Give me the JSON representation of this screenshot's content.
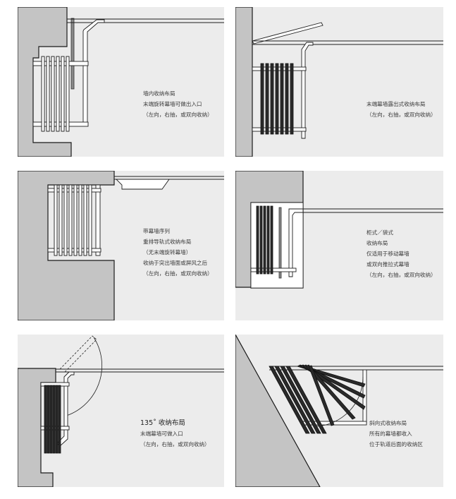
{
  "panels": [
    {
      "caption": [
        "墙内收纳布局",
        "末端旋转幕墙可做出入口",
        "（左向，右抽，或双向收纳）"
      ]
    },
    {
      "caption": [
        "末端幕墙露出式收纳布局",
        "（左向，右抽，或双向收纳）"
      ]
    },
    {
      "caption": [
        "带幕墙序列",
        "重排导轨式收纳布局",
        "（无末端旋转幕墙）",
        "收纳于突出墙面或屏风之后",
        "（左向，右抽，或双向收纳）"
      ]
    },
    {
      "caption": [
        "柜式／袋式",
        "收纳布局",
        "仅适用于移动幕墙",
        "或双向推拉式幕墙",
        "（左向，右抽，或双向收纳）"
      ]
    },
    {
      "caption_title": "135˚ 收纳布局",
      "caption": [
        "末端幕墙可做入口",
        "（左向，右抽，或双向收纳）"
      ]
    },
    {
      "caption": [
        "斜向式收纳布局",
        "所有的幕墙都收入",
        "位于轨道后面的收纳区"
      ]
    }
  ]
}
